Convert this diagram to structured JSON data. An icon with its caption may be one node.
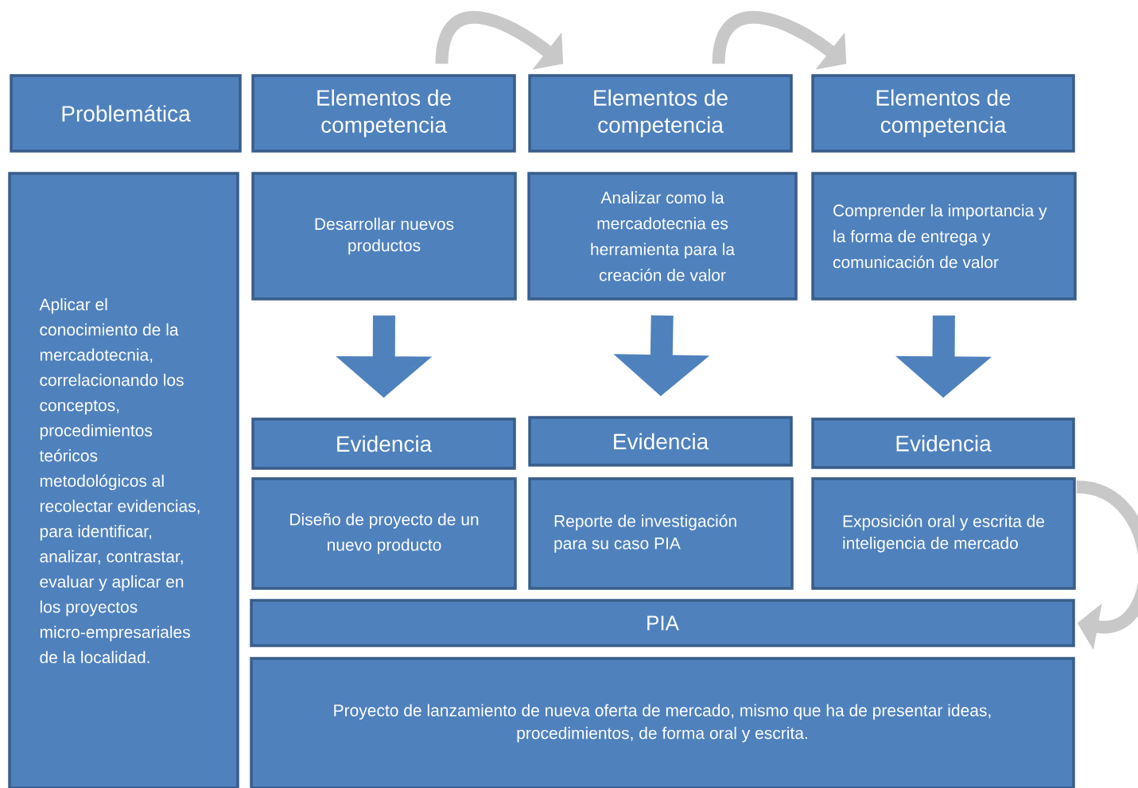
{
  "diagram": {
    "nodes": [
      {
        "text": [
          "Problemática"
        ]
      },
      {
        "text": [
          "Elementos de competencia"
        ]
      },
      {
        "text": [
          "Elementos de competencia"
        ]
      },
      {
        "text": [
          "Elementos de competencia"
        ]
      },
      {
        "text": [
          "Aplicar el conocimiento de la mercadotecnia, correlacionando los conceptos, procedimientos teóricos metodológicos al recolectar evidencias, para identificar, analizar, contrastar, evaluar y aplicar en los proyectos micro-empresariales de la localidad."
        ]
      },
      {
        "text": [
          "Desarrollar nuevos productos"
        ]
      },
      {
        "text": [
          "Analizar como la mercadotecnia es herramienta para la creación de valor"
        ]
      },
      {
        "text": [
          "Comprender la importancia y la forma de entrega y comunicación de valor"
        ]
      },
      {
        "text": [
          "Evidencia"
        ]
      },
      {
        "text": [
          "Evidencia"
        ]
      },
      {
        "text": [
          "Evidencia"
        ]
      },
      {
        "text": [
          "Diseño de proyecto de un nuevo producto"
        ]
      },
      {
        "text": [
          "Reporte de investigación para su caso PIA"
        ]
      },
      {
        "text": [
          "Exposición oral y escrita de inteligencia de mercado"
        ]
      },
      {
        "text": [
          "PIA"
        ]
      },
      {
        "text": [
          "Proyecto de lanzamiento de nueva oferta de mercado, mismo que ha de presentar ideas, procedimientos, de forma oral y escrita."
        ]
      }
    ],
    "edges": [
      {
        "from": 1,
        "to": 2,
        "arrow": "to",
        "color": "#c8c8c8"
      },
      {
        "from": 2,
        "to": 3,
        "arrow": "to",
        "color": "#c8c8c8"
      },
      {
        "from": 5,
        "to": 8,
        "arrow": "to",
        "color": "#4f81bd"
      },
      {
        "from": 6,
        "to": 9,
        "arrow": "to",
        "color": "#4f81bd"
      },
      {
        "from": 7,
        "to": 10,
        "arrow": "to",
        "color": "#4f81bd"
      },
      {
        "from": 13,
        "to": 14,
        "arrow": "to",
        "color": "#c8c8c8"
      }
    ]
  }
}
